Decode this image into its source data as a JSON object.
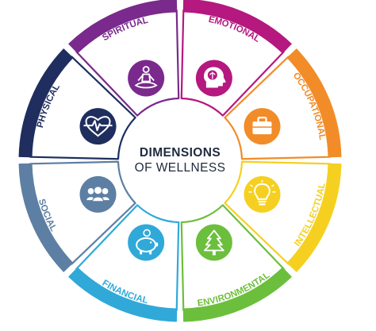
{
  "center": {
    "title": "DIMENSIONS",
    "subtitle": "OF WELLNESS"
  },
  "segments": [
    {
      "key": "emotional",
      "label": "EMOTIONAL",
      "color": "#b5187f",
      "icon": "head-brain-icon"
    },
    {
      "key": "occupational",
      "label": "OCCUPATIONAL",
      "color": "#f28c28",
      "icon": "briefcase-icon"
    },
    {
      "key": "intellectual",
      "label": "INTELLECTUAL",
      "color": "#f5d020",
      "icon": "lightbulb-icon"
    },
    {
      "key": "environmental",
      "label": "ENVIRONMENTAL",
      "color": "#6cbf3c",
      "icon": "tree-icon"
    },
    {
      "key": "financial",
      "label": "FINANCIAL",
      "color": "#30a9d8",
      "icon": "piggy-bank-icon"
    },
    {
      "key": "social",
      "label": "SOCIAL",
      "color": "#5d7fa3",
      "icon": "people-icon"
    },
    {
      "key": "physical",
      "label": "PHYSICAL",
      "color": "#1f2e5e",
      "icon": "heart-pulse-icon"
    },
    {
      "key": "spiritual",
      "label": "SPIRITUAL",
      "color": "#7a2a8c",
      "icon": "meditation-icon"
    }
  ]
}
